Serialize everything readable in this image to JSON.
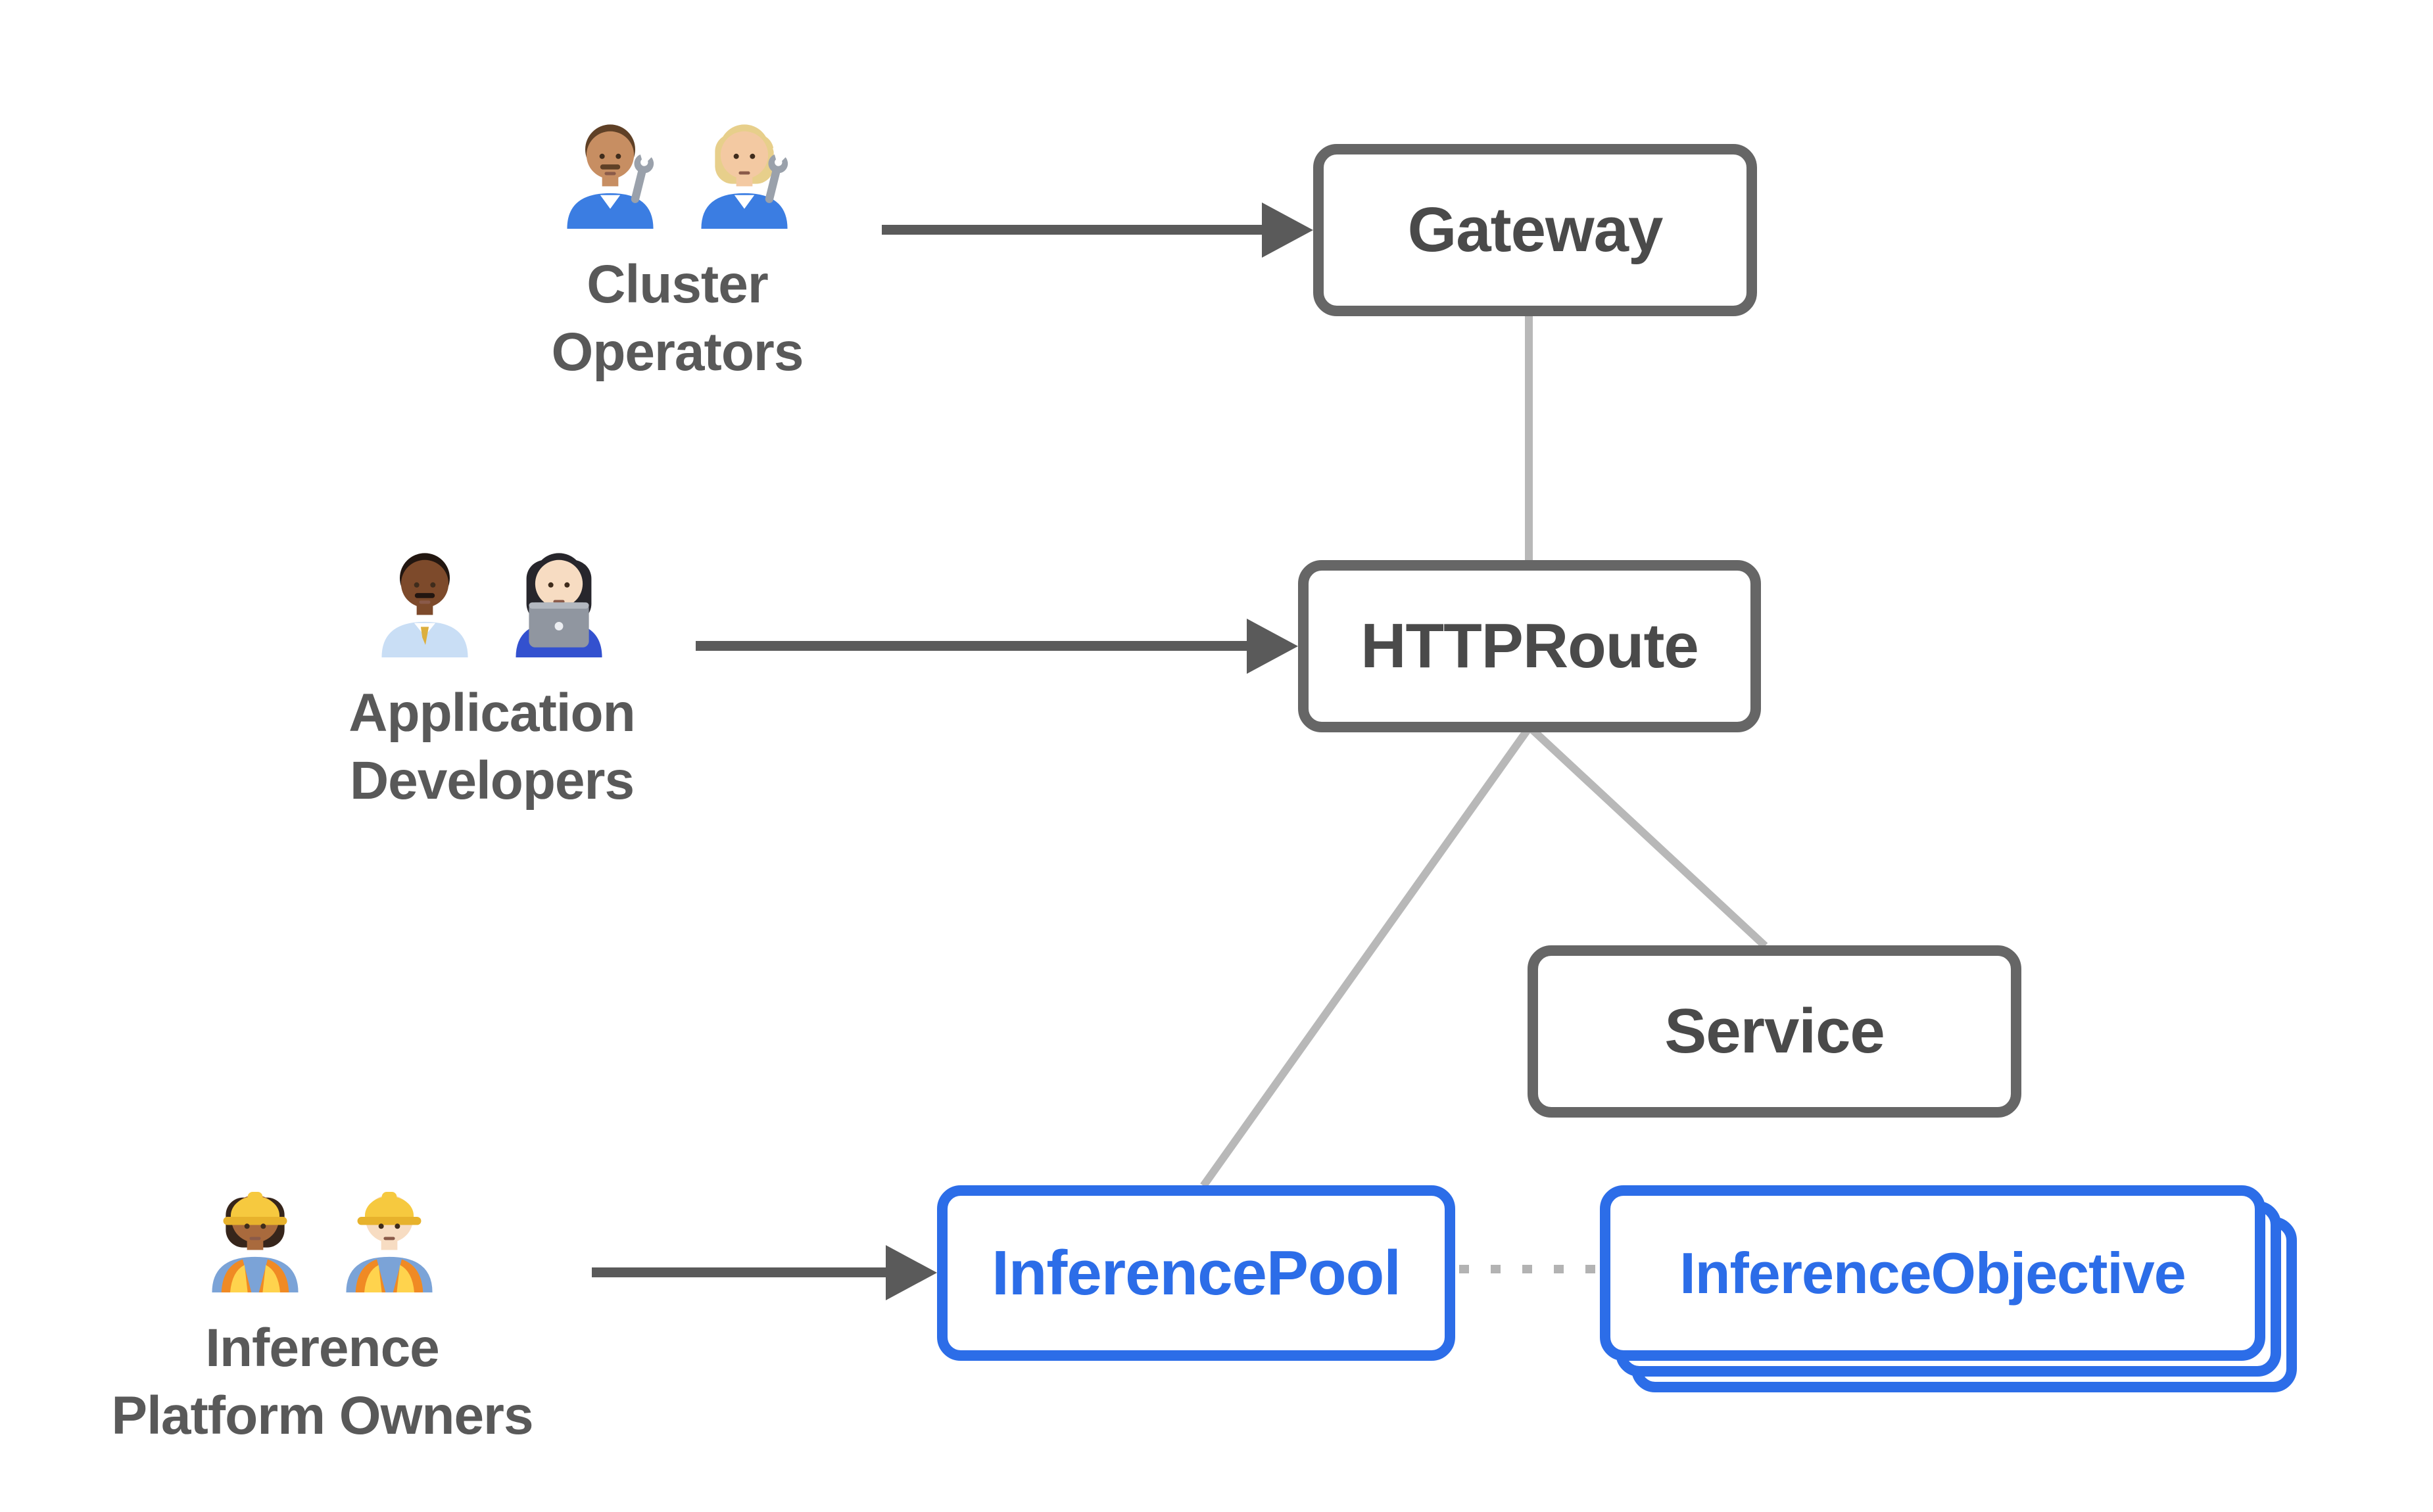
{
  "diagram": {
    "background": "#ffffff",
    "actors": [
      {
        "line1": "Cluster",
        "line2": "Operators",
        "icons": [
          "man-mechanic",
          "woman-mechanic"
        ]
      },
      {
        "line1": "Application",
        "line2": "Developers",
        "icons": [
          "man-office-worker",
          "woman-technologist"
        ]
      },
      {
        "line1": "Inference",
        "line2": "Platform Owners",
        "icons": [
          "woman-construction-worker",
          "man-construction-worker"
        ]
      }
    ],
    "nodes": {
      "gateway": {
        "label": "Gateway"
      },
      "httproute": {
        "label": "HTTPRoute"
      },
      "service": {
        "label": "Service"
      },
      "inferencepool": {
        "label": "InferencePool"
      },
      "inferenceobjective": {
        "label": "InferenceObjective",
        "stack_count": 3
      }
    },
    "colors": {
      "box_border": "#666666",
      "box_text": "#4a4a4a",
      "actor_label": "#595959",
      "connector": "#b8b8b8",
      "arrow": "#5a5a5a",
      "accent_blue": "#2c6de8",
      "dotted": "#b3b3b3"
    }
  }
}
